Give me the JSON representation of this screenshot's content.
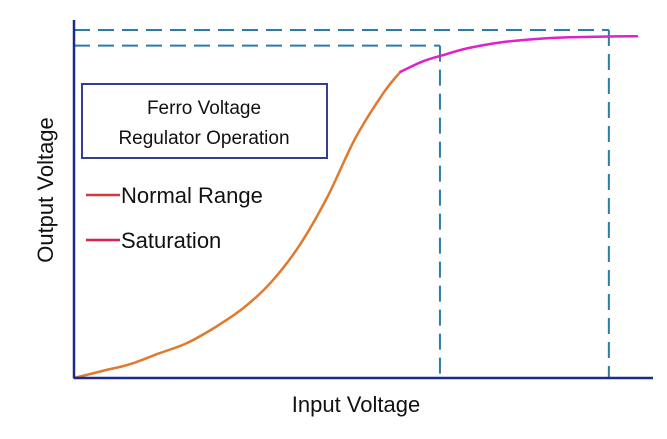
{
  "chart_data": {
    "type": "line",
    "title": [
      "Ferro Voltage",
      "Regulator Operation"
    ],
    "xlabel": "Input Voltage",
    "ylabel": "Output Voltage",
    "xlim": [
      0,
      100
    ],
    "ylim": [
      0,
      100
    ],
    "grid": false,
    "legend_position": "left",
    "legend": [
      {
        "label": "Normal Range",
        "color": "#d03c3c"
      },
      {
        "label": "Saturation",
        "color": "#d4244f"
      }
    ],
    "series": [
      {
        "name": "Normal Range",
        "color": "#e07a30",
        "x": [
          0,
          5,
          10,
          15,
          20,
          25,
          30,
          35,
          40,
          45,
          50,
          55,
          58
        ],
        "y": [
          0,
          2,
          4,
          7,
          10,
          14.5,
          20,
          27.5,
          38,
          52,
          69,
          82,
          88
        ]
      },
      {
        "name": "Saturation",
        "color": "#e020c8",
        "x": [
          58,
          62,
          66,
          70,
          76,
          82,
          88,
          94,
          100
        ],
        "y": [
          88,
          91,
          93,
          94.8,
          96.5,
          97.4,
          97.9,
          98.1,
          98.2
        ]
      }
    ],
    "reference_lines": [
      {
        "x": 65,
        "y": 95.5,
        "color": "#2e7aa8",
        "style": "dashed"
      },
      {
        "x": 95,
        "y": 100,
        "color": "#2e7aa8",
        "style": "dashed"
      }
    ],
    "axis_color": "#1c2a8a",
    "title_box_color": "#343f8f"
  }
}
